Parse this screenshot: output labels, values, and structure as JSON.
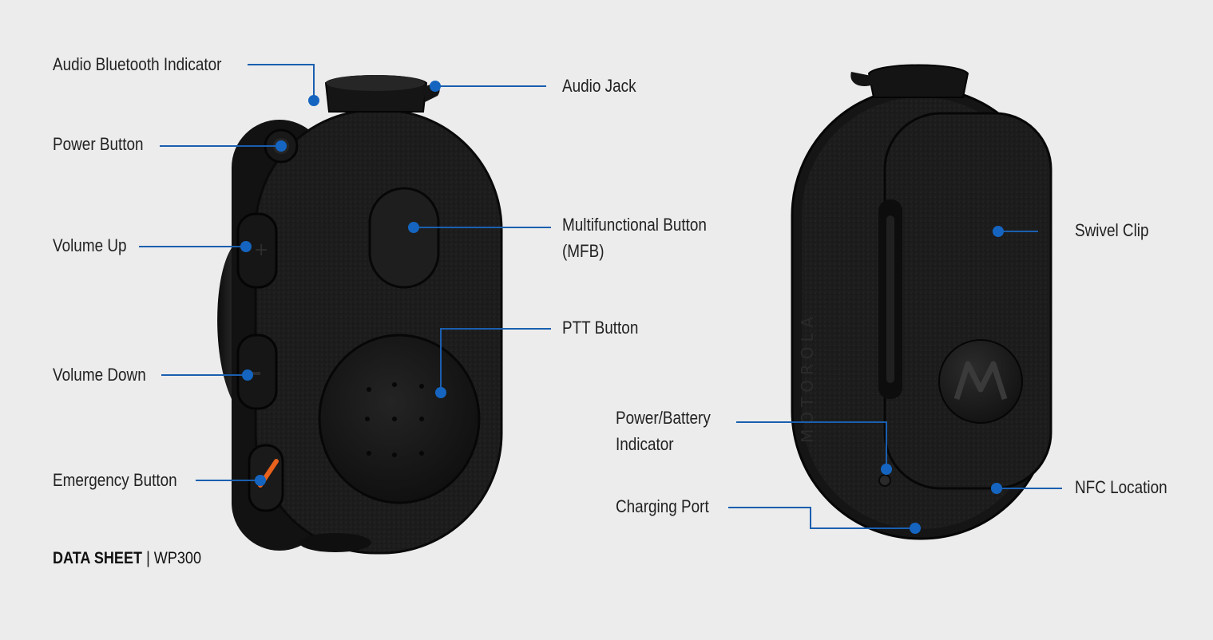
{
  "labels": {
    "audio_bluetooth_indicator": "Audio Bluetooth Indicator",
    "power_button": "Power Button",
    "volume_up": "Volume Up",
    "volume_down": "Volume Down",
    "emergency_button": "Emergency Button",
    "audio_jack": "Audio Jack",
    "mfb_line1": "Multifunctional Button",
    "mfb_line2": "(MFB)",
    "ptt_button": "PTT Button",
    "swivel_clip": "Swivel Clip",
    "power_battery_line1": "Power/Battery",
    "power_battery_line2": "Indicator",
    "nfc_location": "NFC Location",
    "charging_port": "Charging Port"
  },
  "footer": {
    "doc_type": "DATA SHEET",
    "separator": "|",
    "model": "WP300"
  },
  "colors": {
    "background": "#ececec",
    "callout_blue": "#1a5fb0",
    "device_body": "#1b1b1b",
    "emergency_orange": "#e8621d"
  }
}
